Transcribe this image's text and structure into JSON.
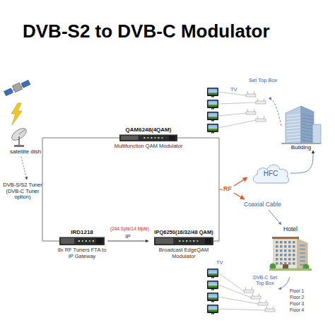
{
  "diagram": {
    "title": "DVB-S2 to DVB-C Modulator",
    "nodes": [
      {
        "text": [
          "QAM6248(4QAM)",
          "Multifunction QAM Modulator"
        ]
      },
      {
        "text": [
          "IRD1218",
          "8x RF Tuners FTA to IP Gateway"
        ]
      },
      {
        "text": [
          "IPQ6250(16/32/48 QAM)",
          "Broadcast EdgeQAM Modulator"
        ]
      },
      {
        "text": [
          "HFC"
        ]
      },
      {
        "text": [
          "Building"
        ]
      },
      {
        "text": [
          "Hotel"
        ]
      }
    ],
    "edges": [
      {
        "from": 1,
        "to": 2,
        "label": "IP",
        "arrow": "to"
      },
      {
        "from": 3,
        "to": 4,
        "arrow": "to"
      }
    ],
    "labels": [
      "satellite dish",
      "DVB-S/S2 Tuner (DVB-C Tuner option)",
      "(244 Spts/14 Mpts)",
      "RF",
      "Coaxial Cable",
      "TV",
      "Set Top Box",
      "TV",
      "DVB-C Set Top Box",
      "Floor 1",
      "Floor 2",
      "Floor 3",
      "Floor 4"
    ]
  }
}
